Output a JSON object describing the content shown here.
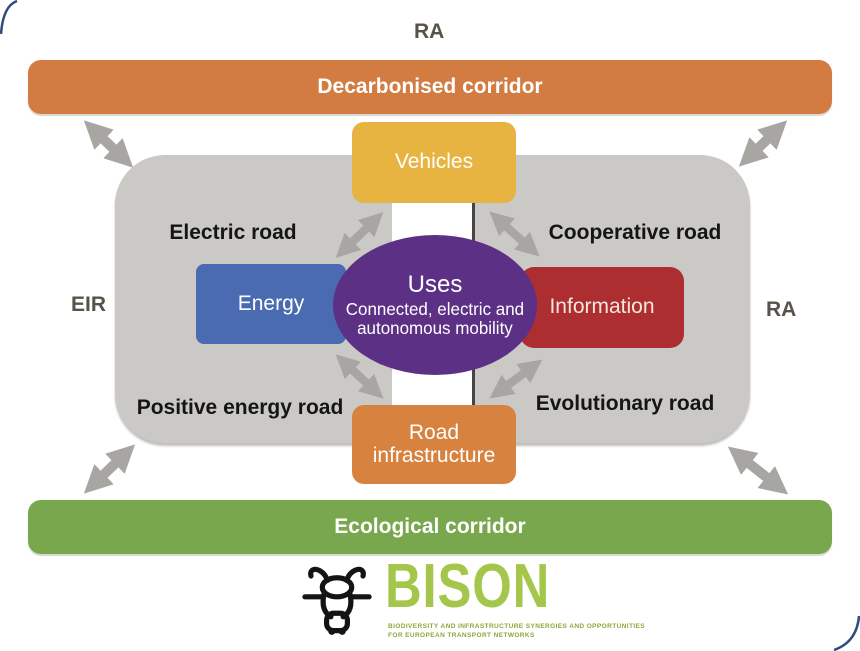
{
  "top_label": "RA",
  "side_labels": {
    "left": "EIR",
    "right": "RA"
  },
  "corridors": {
    "top": {
      "label": "Decarbonised corridor",
      "color": "#d37c41"
    },
    "bottom": {
      "label": "Ecological corridor",
      "color": "#79a74d"
    }
  },
  "nodes": {
    "vehicles": {
      "label": "Vehicles",
      "color": "#e7b441"
    },
    "energy": {
      "label": "Energy",
      "color": "#4a6bb1"
    },
    "information": {
      "label": "Information",
      "color": "#ac2e31"
    },
    "road_infrastructure": {
      "label_line1": "Road",
      "label_line2": "infrastructure",
      "color": "#d8823f"
    }
  },
  "center": {
    "title": "Uses",
    "subtitle_line1": "Connected, electric and",
    "subtitle_line2": "autonomous mobility",
    "color": "#5c3185"
  },
  "road_types": {
    "top_left": "Electric road",
    "top_right": "Cooperative road",
    "bottom_left": "Positive energy road",
    "bottom_right": "Evolutionary road"
  },
  "logo": {
    "name": "BISON",
    "tagline_line1": "BIODIVERSITY AND INFRASTRUCTURE SYNERGIES AND OPPORTUNITIES",
    "tagline_line2": "FOR EUROPEAN TRANSPORT NETWORKS",
    "color": "#a4c64a"
  },
  "arrow_color": "#a8a6a2",
  "frame_color": "#2d4d7c"
}
